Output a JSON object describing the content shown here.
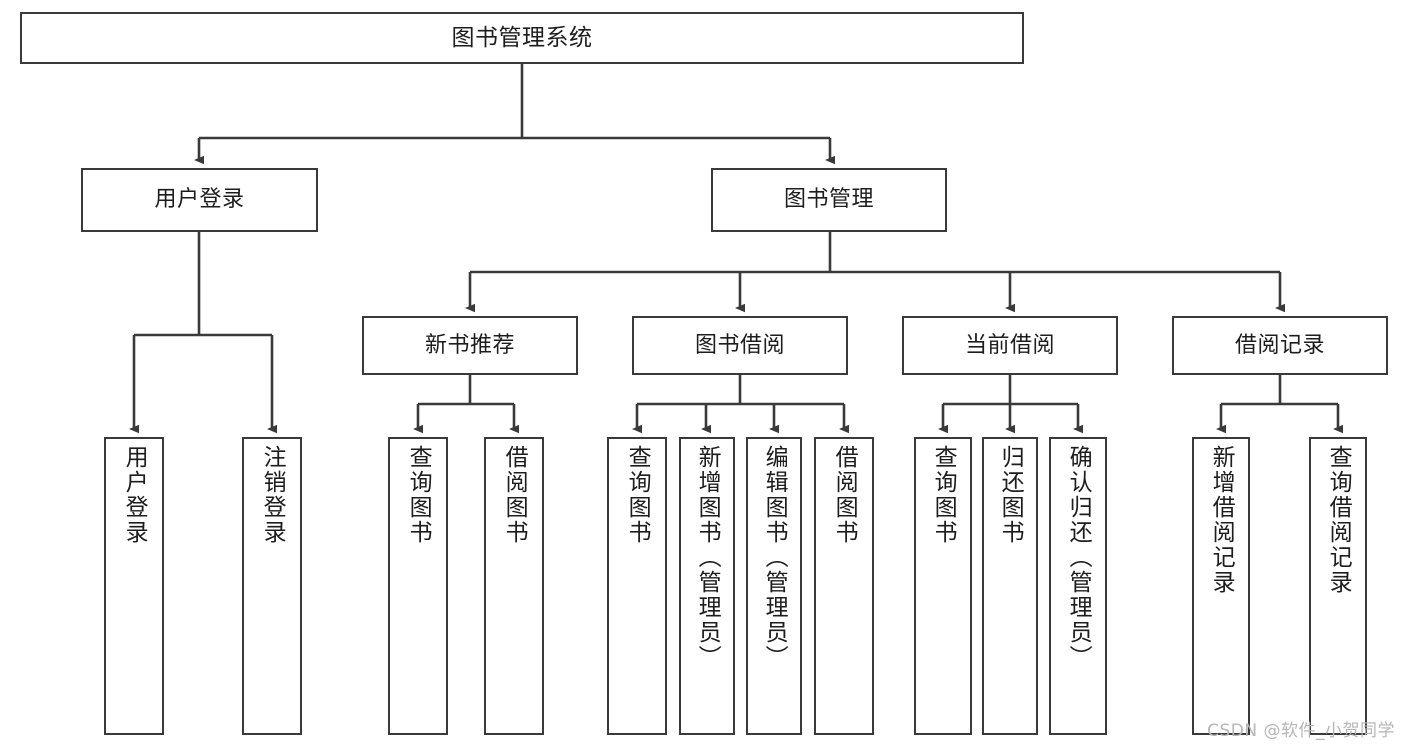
{
  "diagram": {
    "title": "图书管理系统",
    "type": "tree",
    "watermark": "CSDN @软件_小贺同学",
    "colors": {
      "stroke": "#3a3a3a",
      "fill": "#ffffff",
      "text": "#1d1d1d",
      "watermark": "#b6b6b6"
    },
    "nodes": {
      "root": {
        "label": "图书管理系统"
      },
      "level2": [
        {
          "label": "用户登录"
        },
        {
          "label": "图书管理"
        }
      ],
      "level3": [
        {
          "label": "新书推荐"
        },
        {
          "label": "图书借阅"
        },
        {
          "label": "当前借阅"
        },
        {
          "label": "借阅记录"
        }
      ],
      "leaves": {
        "user_login": [
          {
            "label": "用户登录"
          },
          {
            "label": "注销登录"
          }
        ],
        "new_book": [
          {
            "label": "查询图书"
          },
          {
            "label": "借阅图书"
          }
        ],
        "book_borrow": [
          {
            "label": "查询图书"
          },
          {
            "label": "新增图书（管理员）"
          },
          {
            "label": "编辑图书（管理员）"
          },
          {
            "label": "借阅图书"
          }
        ],
        "current_borrow": [
          {
            "label": "查询图书"
          },
          {
            "label": "归还图书"
          },
          {
            "label": "确认归还（管理员）"
          }
        ],
        "borrow_record": [
          {
            "label": "新增借阅记录"
          },
          {
            "label": "查询借阅记录"
          }
        ]
      }
    }
  }
}
